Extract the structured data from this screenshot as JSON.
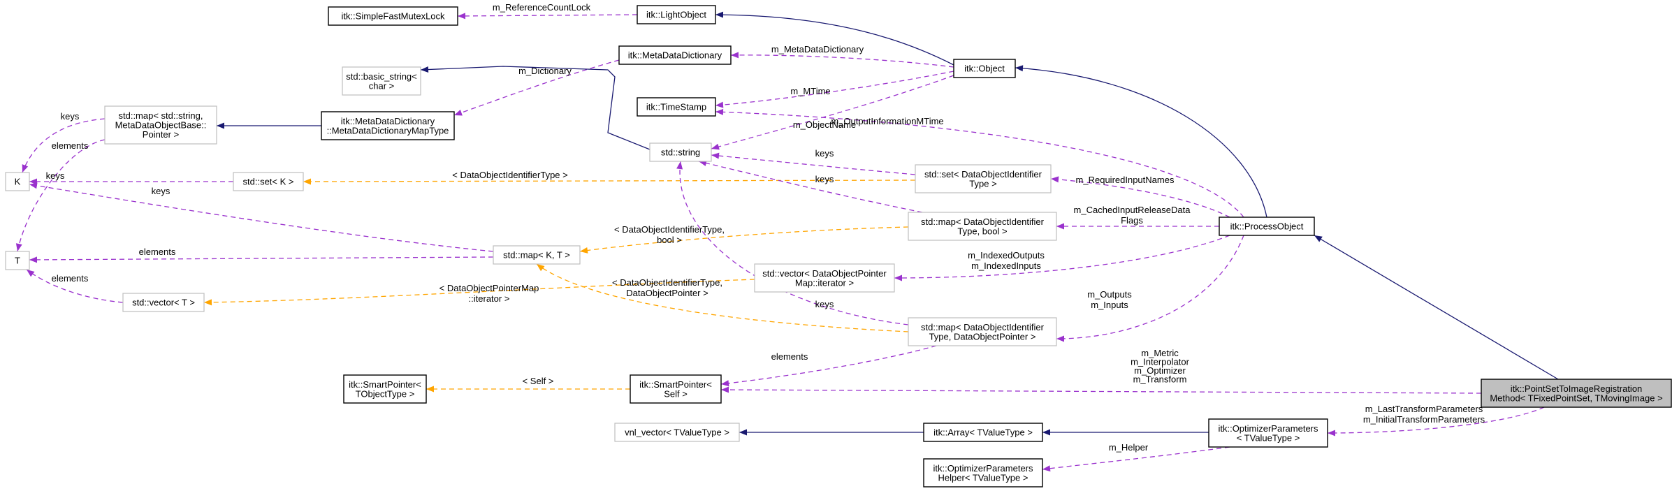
{
  "colors": {
    "usage": "#9a32cd",
    "template": "#ffa500",
    "inherit": "#191970",
    "focus_fill": "#bfbfbf",
    "weak_border": "#bfbfbf"
  },
  "nodes": [
    {
      "id": "mutexlock",
      "lines": [
        "itk::SimpleFastMutexLock"
      ],
      "style": "strong"
    },
    {
      "id": "lightobject",
      "lines": [
        "itk::LightObject"
      ],
      "style": "strong"
    },
    {
      "id": "metadatadict",
      "lines": [
        "itk::MetaDataDictionary"
      ],
      "style": "strong"
    },
    {
      "id": "object",
      "lines": [
        "itk::Object"
      ],
      "style": "strong"
    },
    {
      "id": "basicstring",
      "lines": [
        "std::basic_string<",
        "char >"
      ],
      "style": "weak"
    },
    {
      "id": "timestamp",
      "lines": [
        "itk::TimeStamp"
      ],
      "style": "strong"
    },
    {
      "id": "stdmap_meta",
      "lines": [
        "std::map< std::string,",
        "MetaDataObjectBase::",
        "Pointer >"
      ],
      "style": "weak"
    },
    {
      "id": "mapType",
      "lines": [
        "itk::MetaDataDictionary",
        "::MetaDataDictionaryMapType"
      ],
      "style": "strong"
    },
    {
      "id": "K",
      "lines": [
        "K"
      ],
      "style": "weak"
    },
    {
      "id": "stdset_K",
      "lines": [
        "std::set< K >"
      ],
      "style": "weak"
    },
    {
      "id": "stdstring",
      "lines": [
        "std::string"
      ],
      "style": "weak"
    },
    {
      "id": "stdset_doit",
      "lines": [
        "std::set< DataObjectIdentifier",
        "Type >"
      ],
      "style": "weak"
    },
    {
      "id": "T",
      "lines": [
        "T"
      ],
      "style": "weak"
    },
    {
      "id": "stdmap_KT",
      "lines": [
        "std::map< K, T >"
      ],
      "style": "weak"
    },
    {
      "id": "stdmap_doit_bool",
      "lines": [
        "std::map< DataObjectIdentifier",
        "Type, bool >"
      ],
      "style": "weak"
    },
    {
      "id": "processobject",
      "lines": [
        "itk::ProcessObject"
      ],
      "style": "strong"
    },
    {
      "id": "stdvector_T",
      "lines": [
        "std::vector< T >"
      ],
      "style": "weak"
    },
    {
      "id": "stdvector_dop",
      "lines": [
        "std::vector< DataObjectPointer",
        "Map::iterator >"
      ],
      "style": "weak"
    },
    {
      "id": "stdmap_doit_dop",
      "lines": [
        "std::map< DataObjectIdentifier",
        "Type, DataObjectPointer >"
      ],
      "style": "weak"
    },
    {
      "id": "sp_tobj",
      "lines": [
        "itk::SmartPointer<",
        "TObjectType >"
      ],
      "style": "strong"
    },
    {
      "id": "sp_self",
      "lines": [
        "itk::SmartPointer<",
        "Self >"
      ],
      "style": "strong"
    },
    {
      "id": "pstir",
      "lines": [
        "itk::PointSetToImageRegistration",
        "Method< TFixedPointSet, TMovingImage >"
      ],
      "style": "focus"
    },
    {
      "id": "vnlvector",
      "lines": [
        "vnl_vector< TValueType >"
      ],
      "style": "weak"
    },
    {
      "id": "itkarray",
      "lines": [
        "itk::Array< TValueType >"
      ],
      "style": "strong"
    },
    {
      "id": "optparams",
      "lines": [
        "itk::OptimizerParameters",
        "< TValueType >"
      ],
      "style": "strong"
    },
    {
      "id": "optparamshelper",
      "lines": [
        "itk::OptimizerParameters",
        "Helper< TValueType >"
      ],
      "style": "strong"
    }
  ],
  "edges": [
    {
      "from": "mutexlock",
      "to": "lightobject",
      "kind": "usage",
      "label": [
        "m_ReferenceCountLock"
      ]
    },
    {
      "from": "lightobject",
      "to": "object",
      "kind": "inherit",
      "label": []
    },
    {
      "from": "metadatadict",
      "to": "object",
      "kind": "usage",
      "label": [
        "m_MetaDataDictionary"
      ]
    },
    {
      "from": "mapType",
      "to": "metadatadict",
      "kind": "usage",
      "label": [
        "m_Dictionary"
      ]
    },
    {
      "from": "stdmap_meta",
      "to": "mapType",
      "kind": "inherit",
      "label": []
    },
    {
      "from": "basicstring",
      "to": "stdstring",
      "kind": "inherit",
      "label": []
    },
    {
      "from": "timestamp",
      "to": "object",
      "kind": "usage",
      "label": [
        "m_MTime"
      ]
    },
    {
      "from": "stdstring",
      "to": "object",
      "kind": "usage",
      "label": [
        "m_ObjectName"
      ]
    },
    {
      "from": "object",
      "to": "processobject",
      "kind": "inherit",
      "label": []
    },
    {
      "from": "timestamp",
      "to": "processobject",
      "kind": "usage",
      "label": [
        "m_OutputInformationMTime"
      ]
    },
    {
      "from": "K",
      "to": "stdmap_meta",
      "kind": "usage",
      "label": [
        "keys"
      ]
    },
    {
      "from": "T",
      "to": "stdmap_meta",
      "kind": "usage",
      "label": [
        "elements"
      ]
    },
    {
      "from": "K",
      "to": "stdset_K",
      "kind": "usage",
      "label": [
        "keys"
      ]
    },
    {
      "from": "stdset_K",
      "to": "stdset_doit",
      "kind": "template",
      "label": [
        "< DataObjectIdentifierType >"
      ]
    },
    {
      "from": "stdstring",
      "to": "stdset_doit",
      "kind": "usage",
      "label": [
        "keys"
      ]
    },
    {
      "from": "stdset_doit",
      "to": "processobject",
      "kind": "usage",
      "label": [
        "m_RequiredInputNames"
      ]
    },
    {
      "from": "K",
      "to": "stdmap_KT",
      "kind": "usage",
      "label": [
        "keys"
      ]
    },
    {
      "from": "T",
      "to": "stdmap_KT",
      "kind": "usage",
      "label": [
        "elements"
      ]
    },
    {
      "from": "stdmap_KT",
      "to": "stdmap_doit_bool",
      "kind": "template",
      "label": [
        "< DataObjectIdentifierType,",
        "bool >"
      ]
    },
    {
      "from": "stdstring",
      "to": "stdmap_doit_bool",
      "kind": "usage",
      "label": [
        "keys"
      ]
    },
    {
      "from": "stdmap_doit_bool",
      "to": "processobject",
      "kind": "usage",
      "label": [
        "m_CachedInputReleaseData",
        "Flags"
      ]
    },
    {
      "from": "T",
      "to": "stdvector_T",
      "kind": "usage",
      "label": [
        "elements"
      ]
    },
    {
      "from": "stdvector_T",
      "to": "stdvector_dop",
      "kind": "template",
      "label": [
        "< DataObjectPointerMap",
        "::iterator >"
      ]
    },
    {
      "from": "stdvector_dop",
      "to": "processobject",
      "kind": "usage",
      "label": [
        "m_IndexedOutputs",
        "m_IndexedInputs"
      ]
    },
    {
      "from": "stdmap_KT",
      "to": "stdmap_doit_dop",
      "kind": "template",
      "label": [
        "< DataObjectIdentifierType,",
        "DataObjectPointer >"
      ]
    },
    {
      "from": "stdstring",
      "to": "stdmap_doit_dop",
      "kind": "usage",
      "label": [
        "keys"
      ]
    },
    {
      "from": "stdmap_doit_dop",
      "to": "processobject",
      "kind": "usage",
      "label": [
        "m_Outputs",
        "m_Inputs"
      ]
    },
    {
      "from": "sp_tobj",
      "to": "sp_self",
      "kind": "template",
      "label": [
        "< Self >"
      ]
    },
    {
      "from": "sp_self",
      "to": "stdmap_doit_dop",
      "kind": "usage",
      "label": [
        "elements"
      ]
    },
    {
      "from": "processobject",
      "to": "pstir",
      "kind": "inherit",
      "label": []
    },
    {
      "from": "sp_self",
      "to": "pstir",
      "kind": "usage",
      "label": [
        "m_Metric",
        "m_Interpolator",
        "m_Optimizer",
        "m_Transform"
      ]
    },
    {
      "from": "vnlvector",
      "to": "itkarray",
      "kind": "inherit",
      "label": []
    },
    {
      "from": "itkarray",
      "to": "optparams",
      "kind": "inherit",
      "label": []
    },
    {
      "from": "optparams",
      "to": "pstir",
      "kind": "usage",
      "label": [
        "m_LastTransformParameters",
        "m_InitialTransformParameters"
      ]
    },
    {
      "from": "optparamshelper",
      "to": "optparams",
      "kind": "usage",
      "label": [
        "m_Helper"
      ]
    }
  ]
}
